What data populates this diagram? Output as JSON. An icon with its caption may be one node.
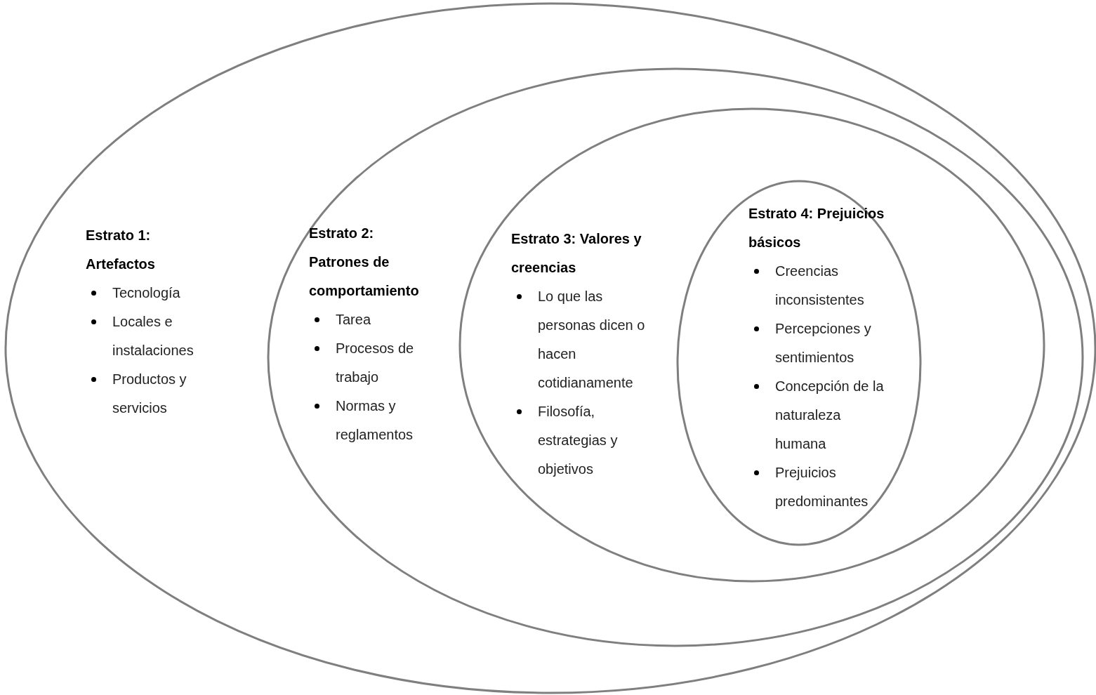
{
  "diagram": {
    "nodes": [
      {
        "text": [
          "Estrato 1: Artefactos",
          "Tecnología",
          "Locales e instalaciones",
          "Productos y servicios"
        ]
      },
      {
        "text": [
          "Estrato 2: Patrones de comportamiento",
          "Tarea",
          "Procesos de trabajo",
          "Normas y reglamentos"
        ],
        "in": 0
      },
      {
        "text": [
          "Estrato 3: Valores y creencias",
          "Lo que las personas dicen o hacen cotidianamente",
          "Filosofía, estrategias y objetivos"
        ],
        "in": 1
      },
      {
        "text": [
          "Estrato 4: Prejuicios básicos",
          "Creencias inconsistentes",
          "Percepciones y sentimientos",
          "Concepción de la naturaleza humana",
          "Prejuicios predominantes"
        ],
        "in": 2
      }
    ]
  }
}
